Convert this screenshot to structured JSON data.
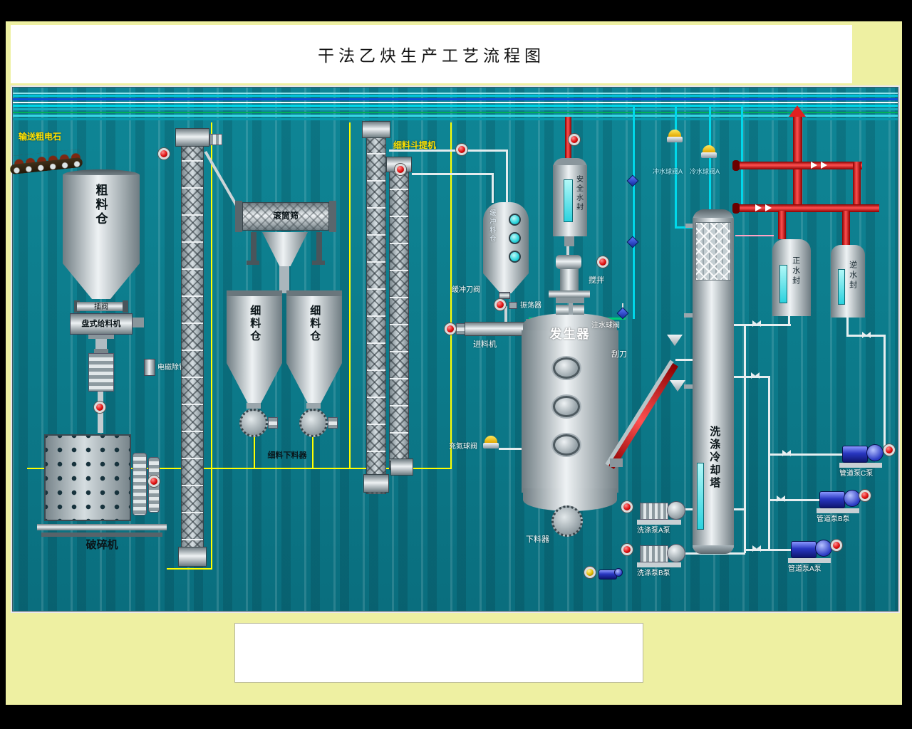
{
  "title": "干法乙炔生产工艺流程图",
  "labels": {
    "conveyor": "输送粗电石",
    "coarse_silo": "粗料仓",
    "slide_valve": "插阀",
    "disc_feeder": "盘式给料机",
    "magnetic_remover": "电磁除铁器",
    "crusher": "破碎机",
    "drum_screen": "滚筒筛",
    "fine_silo": "细料仓",
    "fine_discharger": "细料下料器",
    "bucket_elevator": "细料斗提机",
    "buffer_silo": "缓冲料仓",
    "buffer_knife_valve": "缓冲刀阀",
    "vibrator": "振荡器",
    "feeder": "进料机",
    "generator": "发生器",
    "safety_water_seal": "安全水封",
    "agitator": "搅拌",
    "water_inject_valve": "注水球阀",
    "nitrogen_valve": "充氮球阀",
    "discharger": "下料器",
    "scraper": "刮刀",
    "washing_tower": "洗涤冷却塔",
    "flush_valve_a": "冲水球阀A",
    "cold_valve_a": "冷水球阀A",
    "positive_seal": "正水封",
    "reverse_seal": "逆水封",
    "wash_pump_a": "洗涤泵A泵",
    "wash_pump_b": "洗涤泵B泵",
    "pipe_pump_a": "管道泵A泵",
    "pipe_pump_b": "管道泵B泵",
    "pipe_pump_c": "管道泵C泵"
  },
  "colors": {
    "background_teal": "#0d7e8e",
    "frame_yellow": "#eef0a2",
    "pipe_red": "#ff4040",
    "pipe_cyan": "#00d8ea",
    "pipe_yellow": "#ffff00",
    "pipe_green": "#00b058"
  }
}
